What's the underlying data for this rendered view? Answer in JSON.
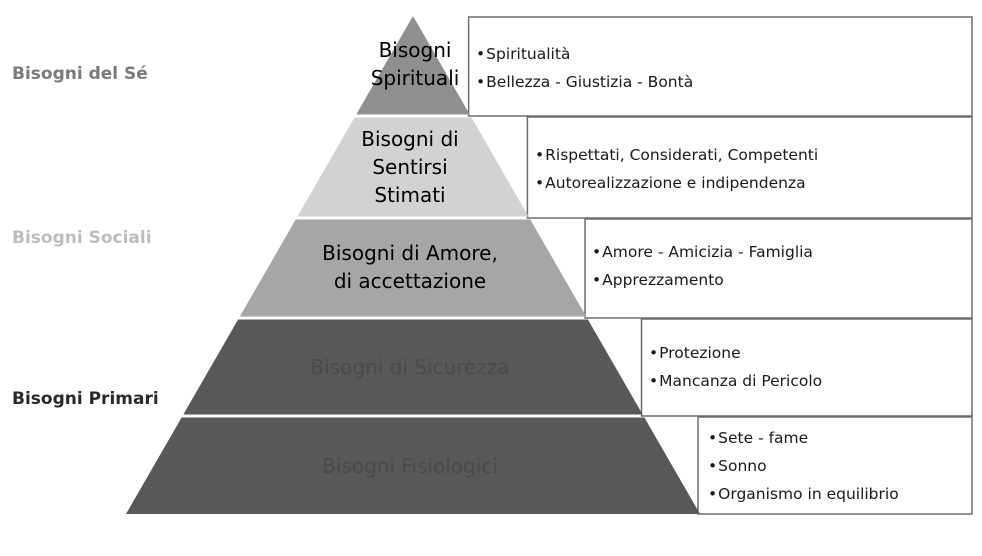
{
  "side_labels": {
    "self": "Bisogni del Sé",
    "social": "Bisogni Sociali",
    "primary": "Bisogni Primari"
  },
  "levels": [
    {
      "label": [
        "Bisogni",
        "Spirituali"
      ],
      "fill": "#8f8f8f",
      "text_color": "#2a2a2a",
      "bullets": [
        "Spiritualità",
        "Bellezza - Giustizia - Bontà"
      ]
    },
    {
      "label": [
        "Bisogni di",
        "Sentirsi",
        "Stimati"
      ],
      "fill": "#d2d2d2",
      "text_color": "#2a2a2a",
      "bullets": [
        "Rispettati, Considerati, Competenti",
        "Autorealizzazione e indipendenza"
      ]
    },
    {
      "label": [
        "Bisogni di Amore,",
        "di accettazione"
      ],
      "fill": "#a6a6a6",
      "text_color": "#2a2a2a",
      "bullets": [
        "Amore - Amicizia - Famiglia",
        "Apprezzamento"
      ]
    },
    {
      "label": [
        "Bisogni di Sicurezza"
      ],
      "fill": "#585858",
      "text_color": "#4a4a4a",
      "bullets": [
        "Protezione",
        "Mancanza di Pericolo"
      ]
    },
    {
      "label": [
        "Bisogni Fisiologici"
      ],
      "fill": "#585858",
      "text_color": "#4a4a4a",
      "bullets": [
        "Sete - fame",
        "Sonno",
        "Organismo in equilibrio"
      ]
    }
  ],
  "colors": {
    "self_label": "#7a7a7a",
    "social_label": "#bdbdbd",
    "primary_label": "#2a2a2a",
    "box_border": "#6e6e6e"
  }
}
